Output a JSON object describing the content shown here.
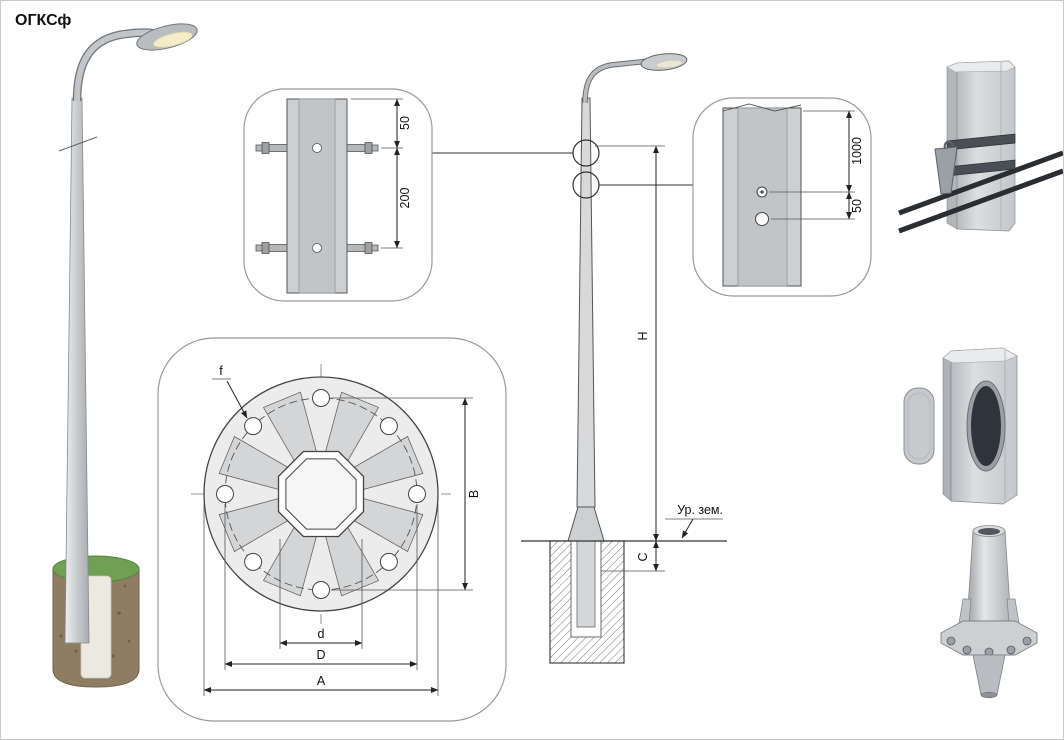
{
  "title": "ОГКСф",
  "clamp_detail": {
    "dim_offset": "50",
    "dim_spacing": "200"
  },
  "hole_detail": {
    "dim_height": "1000",
    "dim_offset": "50"
  },
  "elevation": {
    "dim_total_height": "H",
    "dim_embed": "C",
    "ground_level_label": "Ур. зем."
  },
  "flange_detail": {
    "hole_diameter_label": "f",
    "dim_inner": "d",
    "dim_bolt_circle": "D",
    "dim_outer": "A",
    "dim_bolt_span": "B"
  }
}
